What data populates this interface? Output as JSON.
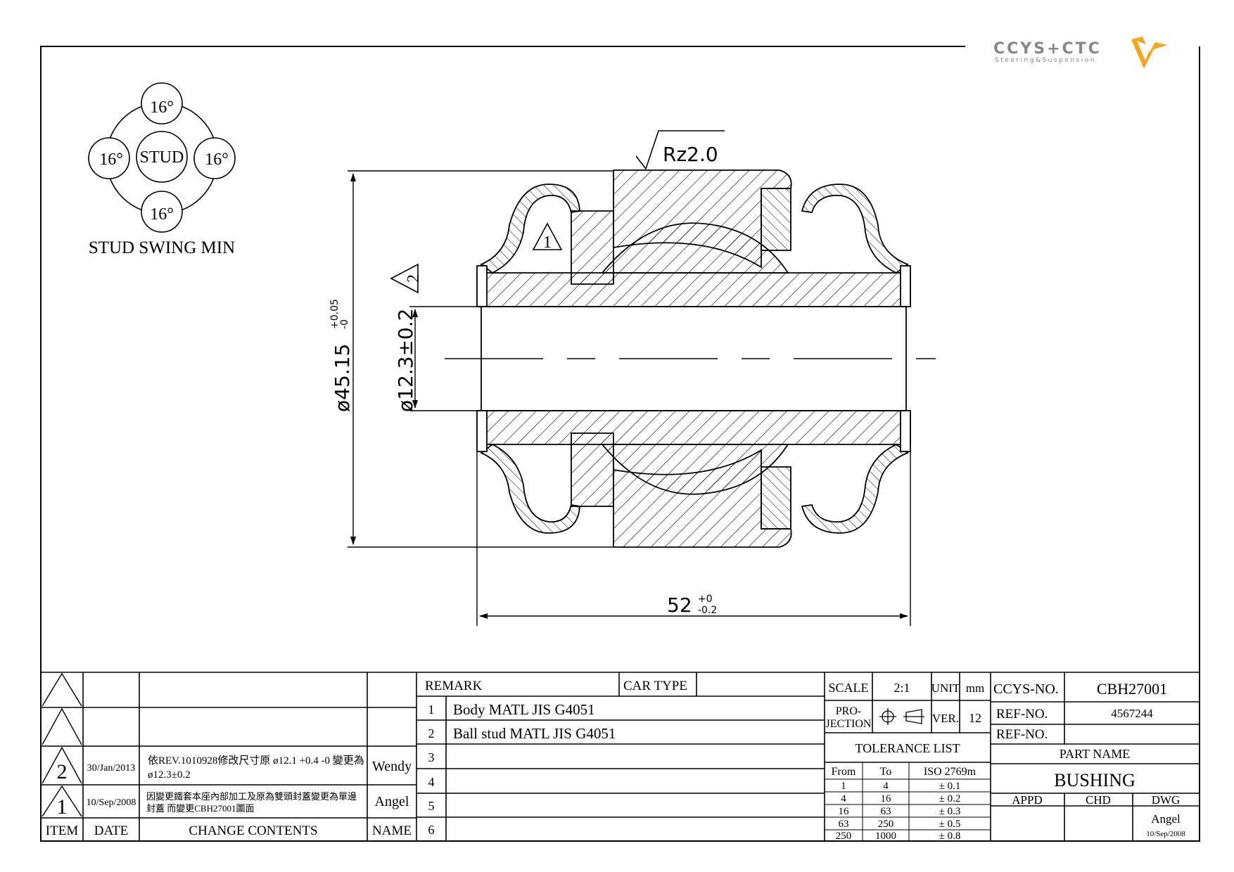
{
  "logo": {
    "brand": "CCYS+CTC",
    "tagline": "Steering&Suspension",
    "colors": {
      "text": "#888888",
      "mark": "#f5a623"
    }
  },
  "stud_swing": {
    "title": "STUD SWING MIN",
    "center": "STUD",
    "angles": [
      "16°",
      "16°",
      "16°",
      "16°"
    ]
  },
  "drawing": {
    "surface_finish": "Rz2.0",
    "outer_diameter": "ø45.15",
    "outer_diameter_tol": {
      "upper": "+0.05",
      "lower": "-0"
    },
    "inner_diameter": "ø12.3±0.2",
    "length": "52",
    "length_tol": {
      "upper": "+0",
      "lower": "-0.2"
    },
    "rev_markers": [
      "1",
      "2"
    ]
  },
  "revision_block": {
    "headers": [
      "ITEM",
      "DATE",
      "CHANGE CONTENTS",
      "NAME"
    ],
    "rows": [
      {
        "item": "",
        "date": "",
        "change": "",
        "name": ""
      },
      {
        "item": "",
        "date": "",
        "change": "",
        "name": ""
      },
      {
        "item": "2",
        "date": "30/Jan/2013",
        "change_line1": "依REV.1010928修改尺寸原 ø12.1 +0.4 -0 變更為",
        "change_line2": "ø12.3±0.2",
        "name": "Wendy"
      },
      {
        "item": "1",
        "date": "10/Sep/2008",
        "change_line1": "因變更鐵套本座內部加工及原為雙頭封蓋變更為單邊",
        "change_line2": "封蓋 而變更CBH27001圖面",
        "name": "Angel"
      }
    ]
  },
  "remark_block": {
    "remark_label": "REMARK",
    "car_type_label": "CAR TYPE",
    "car_type_value": "",
    "rows": [
      {
        "no": "1",
        "text": "Body MATL JIS G4051"
      },
      {
        "no": "2",
        "text": "Ball stud MATL JIS G4051"
      },
      {
        "no": "3",
        "text": ""
      },
      {
        "no": "4",
        "text": ""
      },
      {
        "no": "5",
        "text": ""
      },
      {
        "no": "6",
        "text": ""
      }
    ]
  },
  "spec_block": {
    "scale_label": "SCALE",
    "scale_value": "2:1",
    "unit_label": "UNIT",
    "unit_value": "mm",
    "projection_label_1": "PRO-",
    "projection_label_2": "JECTION",
    "ver_label": "VER.",
    "ver_value": "12",
    "tolerance_title": "TOLERANCE LIST",
    "tolerance_headers": [
      "From",
      "To",
      "ISO 2769m"
    ],
    "tolerance_rows": [
      {
        "from": "1",
        "to": "4",
        "tol": "± 0.1"
      },
      {
        "from": "4",
        "to": "16",
        "tol": "± 0.2"
      },
      {
        "from": "16",
        "to": "63",
        "tol": "± 0.3"
      },
      {
        "from": "63",
        "to": "250",
        "tol": "± 0.5"
      },
      {
        "from": "250",
        "to": "1000",
        "tol": "± 0.8"
      }
    ]
  },
  "title_block": {
    "ccys_no_label": "CCYS-NO.",
    "ccys_no_value": "CBH27001",
    "ref_no_label_1": "REF-NO.",
    "ref_no_value_1": "4567244",
    "ref_no_label_2": "REF-NO.",
    "ref_no_value_2": "",
    "part_name_label": "PART NAME",
    "part_name_value": "BUSHING",
    "appd_label": "APPD",
    "chd_label": "CHD",
    "dwg_label": "DWG",
    "dwg_name": "Angel",
    "dwg_date": "10/Sep/2008"
  }
}
